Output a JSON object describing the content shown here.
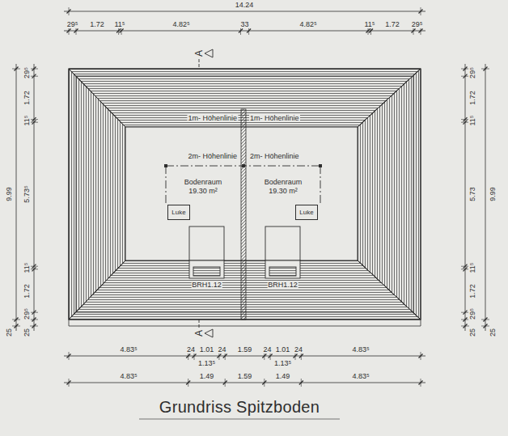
{
  "diagram": {
    "caption": "Grundriss Spitzboden",
    "nodes": [
      {
        "text": [
          "Bodenraum",
          "19.30 m²"
        ]
      },
      {
        "text": [
          "Luke"
        ],
        "in": 0
      },
      {
        "text": [
          "Bodenraum",
          "19.30 m²"
        ]
      },
      {
        "text": [
          "Luke"
        ],
        "in": 2
      }
    ],
    "labels": [
      "14.24",
      "29⁵",
      "1.72",
      "11⁵",
      "4.82⁵",
      "33",
      "4.82⁵",
      "11⁵",
      "1.72",
      "29⁵",
      "A",
      "1m- Höhenlinie",
      "1m- Höhenlinie",
      "2m- Höhenlinie",
      "2m- Höhenlinie",
      "BRH1.12",
      "BRH1.12",
      "A",
      "29⁵",
      "1.72",
      "11⁵",
      "5.73⁵",
      "11⁵",
      "1.72",
      "29⁵",
      "25",
      "9.99",
      "25",
      "29⁵",
      "1.72",
      "11⁵",
      "5.73",
      "11⁵",
      "1.72",
      "29⁵",
      "25",
      "9.99",
      "25",
      "4.83⁵",
      "24",
      "1.01",
      "24",
      "1.59",
      "24",
      "1.01",
      "24",
      "4.83⁵",
      "1.13⁵",
      "1.13⁵",
      "4.83⁵",
      "1.49",
      "1.59",
      "1.49",
      "4.83⁵"
    ]
  }
}
